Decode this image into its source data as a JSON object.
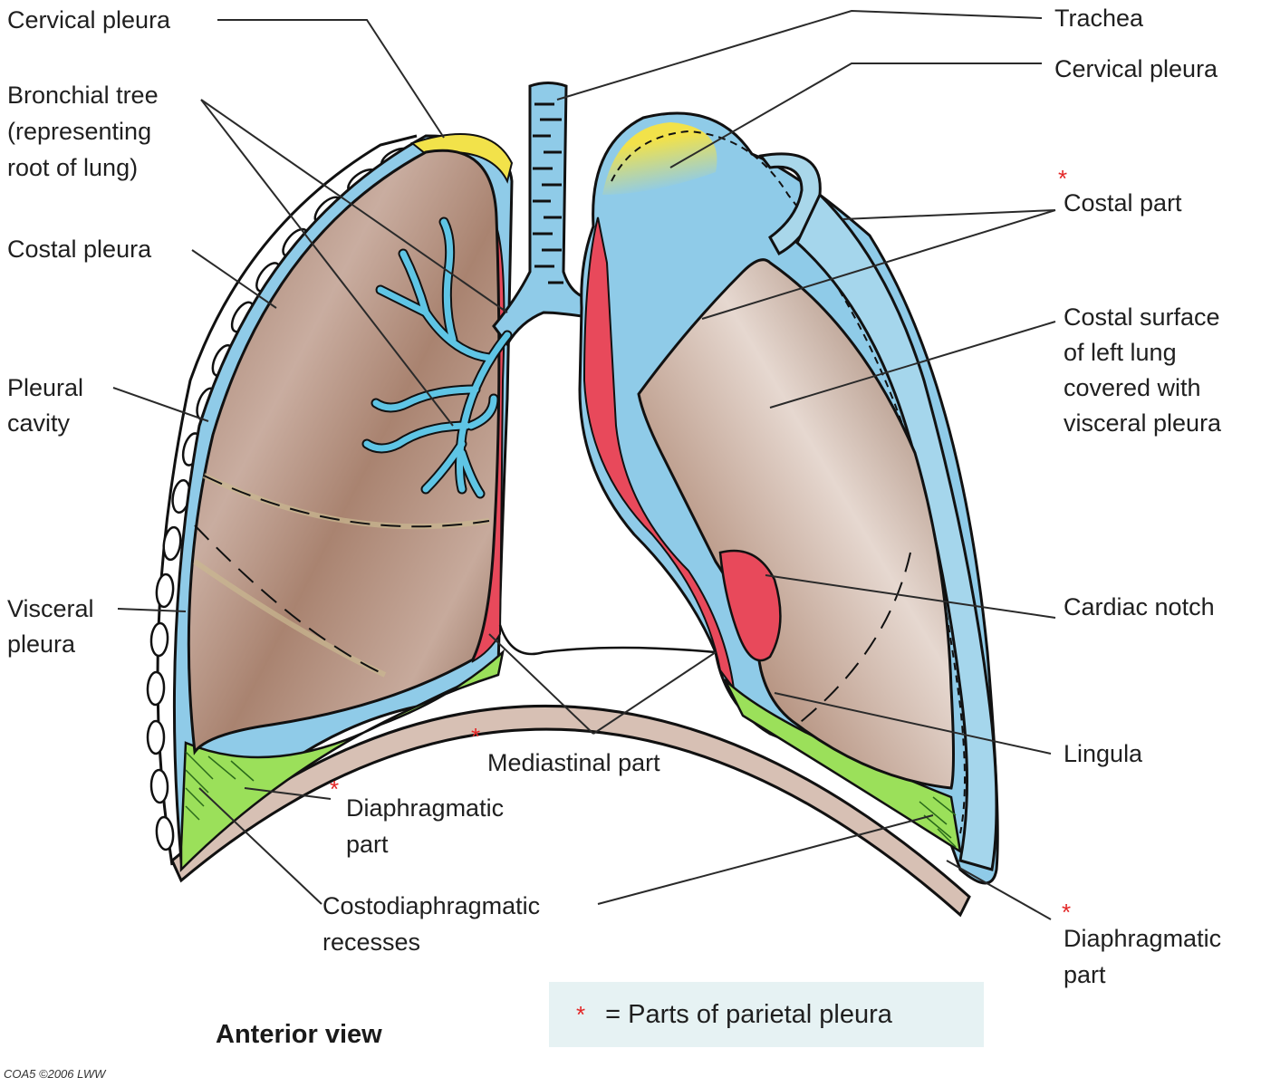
{
  "labels": {
    "cervical_pleura_left": "Cervical pleura",
    "bronchial_tree": [
      "Bronchial tree",
      "(representing",
      "root of lung)"
    ],
    "costal_pleura": "Costal pleura",
    "pleural_cavity": [
      "Pleural",
      "cavity"
    ],
    "visceral_pleura": [
      "Visceral",
      "pleura"
    ],
    "diaphragmatic_part_left": [
      "Diaphragmatic",
      "part"
    ],
    "costodiaphragmatic_recesses": [
      "Costodiaphragmatic",
      "recesses"
    ],
    "mediastinal_part": "Mediastinal part",
    "trachea": "Trachea",
    "cervical_pleura_right": "Cervical pleura",
    "costal_part": "Costal part",
    "costal_surface": [
      "Costal surface",
      "of left lung",
      "covered with",
      "visceral pleura"
    ],
    "cardiac_notch": "Cardiac notch",
    "lingula": "Lingula",
    "diaphragmatic_part_right": [
      "Diaphragmatic",
      "part"
    ]
  },
  "star_symbol": "*",
  "legend": {
    "star": "*",
    "text": "= Parts of parietal pleura"
  },
  "view_title": "Anterior view",
  "copyright": "COA5 ©2006 LWW",
  "colors": {
    "lung_tissue": "#b08c78",
    "parietal_pleura": "#8fcbe8",
    "mediastinal_red": "#e8495b",
    "cervical_yellow": "#f2e24a",
    "diaphragm_green": "#9be05a",
    "diaphragm_band": "#d7c0b4",
    "star_red": "#e32626",
    "legend_bg": "#e6f2f3"
  }
}
